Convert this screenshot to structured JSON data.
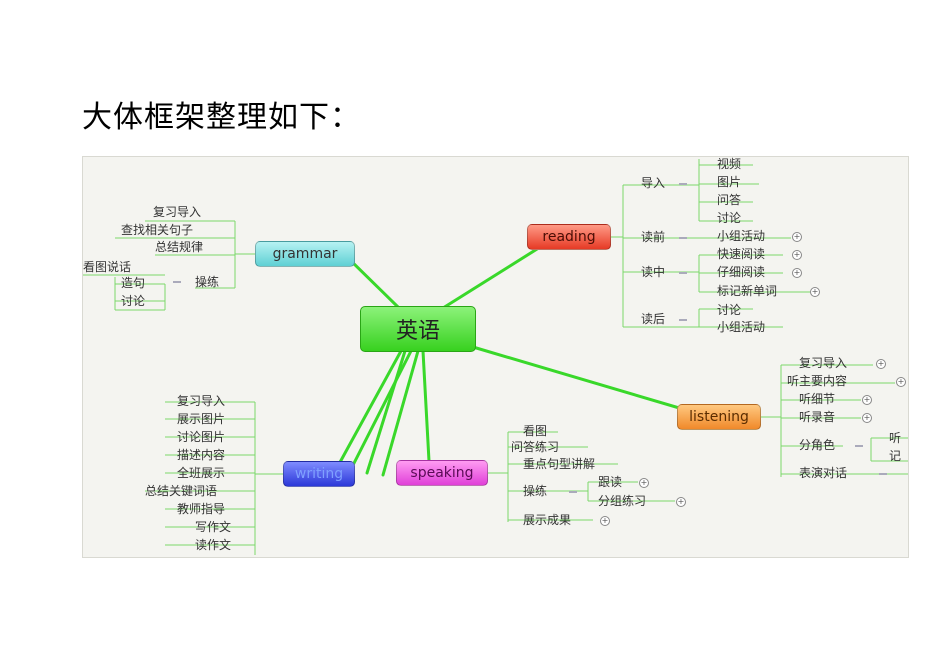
{
  "heading": "大体框架整理如下：",
  "center": "英语",
  "branches": {
    "grammar": {
      "label": "grammar",
      "items": [
        "复习导入",
        "查找相关句子",
        "总结规律"
      ],
      "practice": {
        "label": "操练",
        "items": [
          "看图说话",
          "造句",
          "讨论"
        ]
      }
    },
    "reading": {
      "label": "reading",
      "groups": [
        {
          "label": "导入",
          "items": [
            "视频",
            "图片",
            "问答",
            "讨论"
          ]
        },
        {
          "label": "读前",
          "items": [
            "小组活动"
          ]
        },
        {
          "label": "读中",
          "items": [
            "快速阅读",
            "仔细阅读",
            "标记新单词"
          ]
        },
        {
          "label": "读后",
          "items": [
            "讨论",
            "小组活动"
          ]
        }
      ]
    },
    "listening": {
      "label": "listening",
      "items": [
        "复习导入",
        "听主要内容",
        "听细节",
        "听录音"
      ],
      "role": {
        "label": "分角色",
        "items": [
          "听",
          "记"
        ]
      },
      "last": "表演对话"
    },
    "writing": {
      "label": "writing",
      "items": [
        "复习导入",
        "展示图片",
        "讨论图片",
        "描述内容",
        "全班展示",
        "总结关键词语",
        "教师指导",
        "写作文",
        "读作文"
      ]
    },
    "speaking": {
      "label": "speaking",
      "items": [
        "看图",
        "问答练习",
        "重点句型讲解"
      ],
      "practice": {
        "label": "操练",
        "items": [
          "跟读",
          "分组练习"
        ]
      },
      "last": "展示成果"
    }
  }
}
